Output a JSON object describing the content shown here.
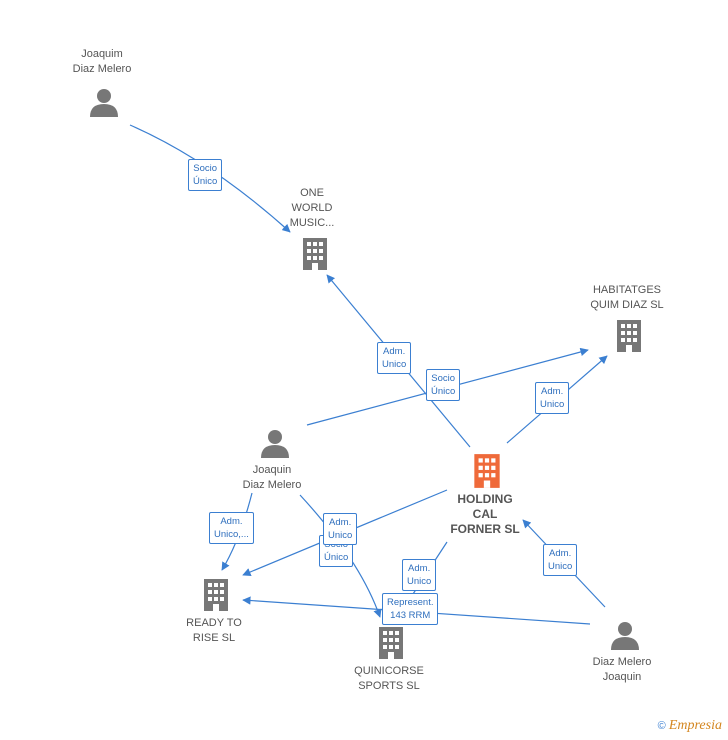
{
  "colors": {
    "edge": "#3b7fd1",
    "person": "#777777",
    "company": "#777777",
    "main_company": "#ef6a3a"
  },
  "nodes": {
    "joaquim_top": {
      "l1": "Joaquim",
      "l2": "Diaz Melero"
    },
    "one_world": {
      "l1": "ONE",
      "l2": "WORLD",
      "l3": "MUSIC..."
    },
    "habitatges": {
      "l1": "HABITATGES",
      "l2": "QUIM DIAZ  SL"
    },
    "joaquin_mid": {
      "l1": "Joaquin",
      "l2": "Diaz Melero"
    },
    "holding": {
      "l1": "HOLDING",
      "l2": "CAL",
      "l3": "FORNER  SL"
    },
    "ready": {
      "l1": "READY TO",
      "l2": "RISE  SL"
    },
    "quinicorse": {
      "l1": "QUINICORSE",
      "l2": "SPORTS  SL"
    },
    "diaz_bottom": {
      "l1": "Diaz Melero",
      "l2": "Joaquin"
    }
  },
  "badges": {
    "b1": {
      "l1": "Socio",
      "l2": "Único"
    },
    "b2": {
      "l1": "Adm.",
      "l2": "Unico"
    },
    "b3": {
      "l1": "Socio",
      "l2": "Único"
    },
    "b4": {
      "l1": "Adm.",
      "l2": "Unico"
    },
    "b5": {
      "l1": "Adm.",
      "l2": "Unico,..."
    },
    "b6": {
      "l1": "Socio",
      "l2": "Único"
    },
    "b7": {
      "l1": "Adm.",
      "l2": "Unico"
    },
    "b8": {
      "l1": "Adm.",
      "l2": "Unico"
    },
    "b9": {
      "l1": "Represent.",
      "l2": "143 RRM"
    },
    "b10": {
      "l1": "Adm.",
      "l2": "Unico"
    }
  },
  "footer": {
    "copyright": "©",
    "brand": "Empresia"
  }
}
